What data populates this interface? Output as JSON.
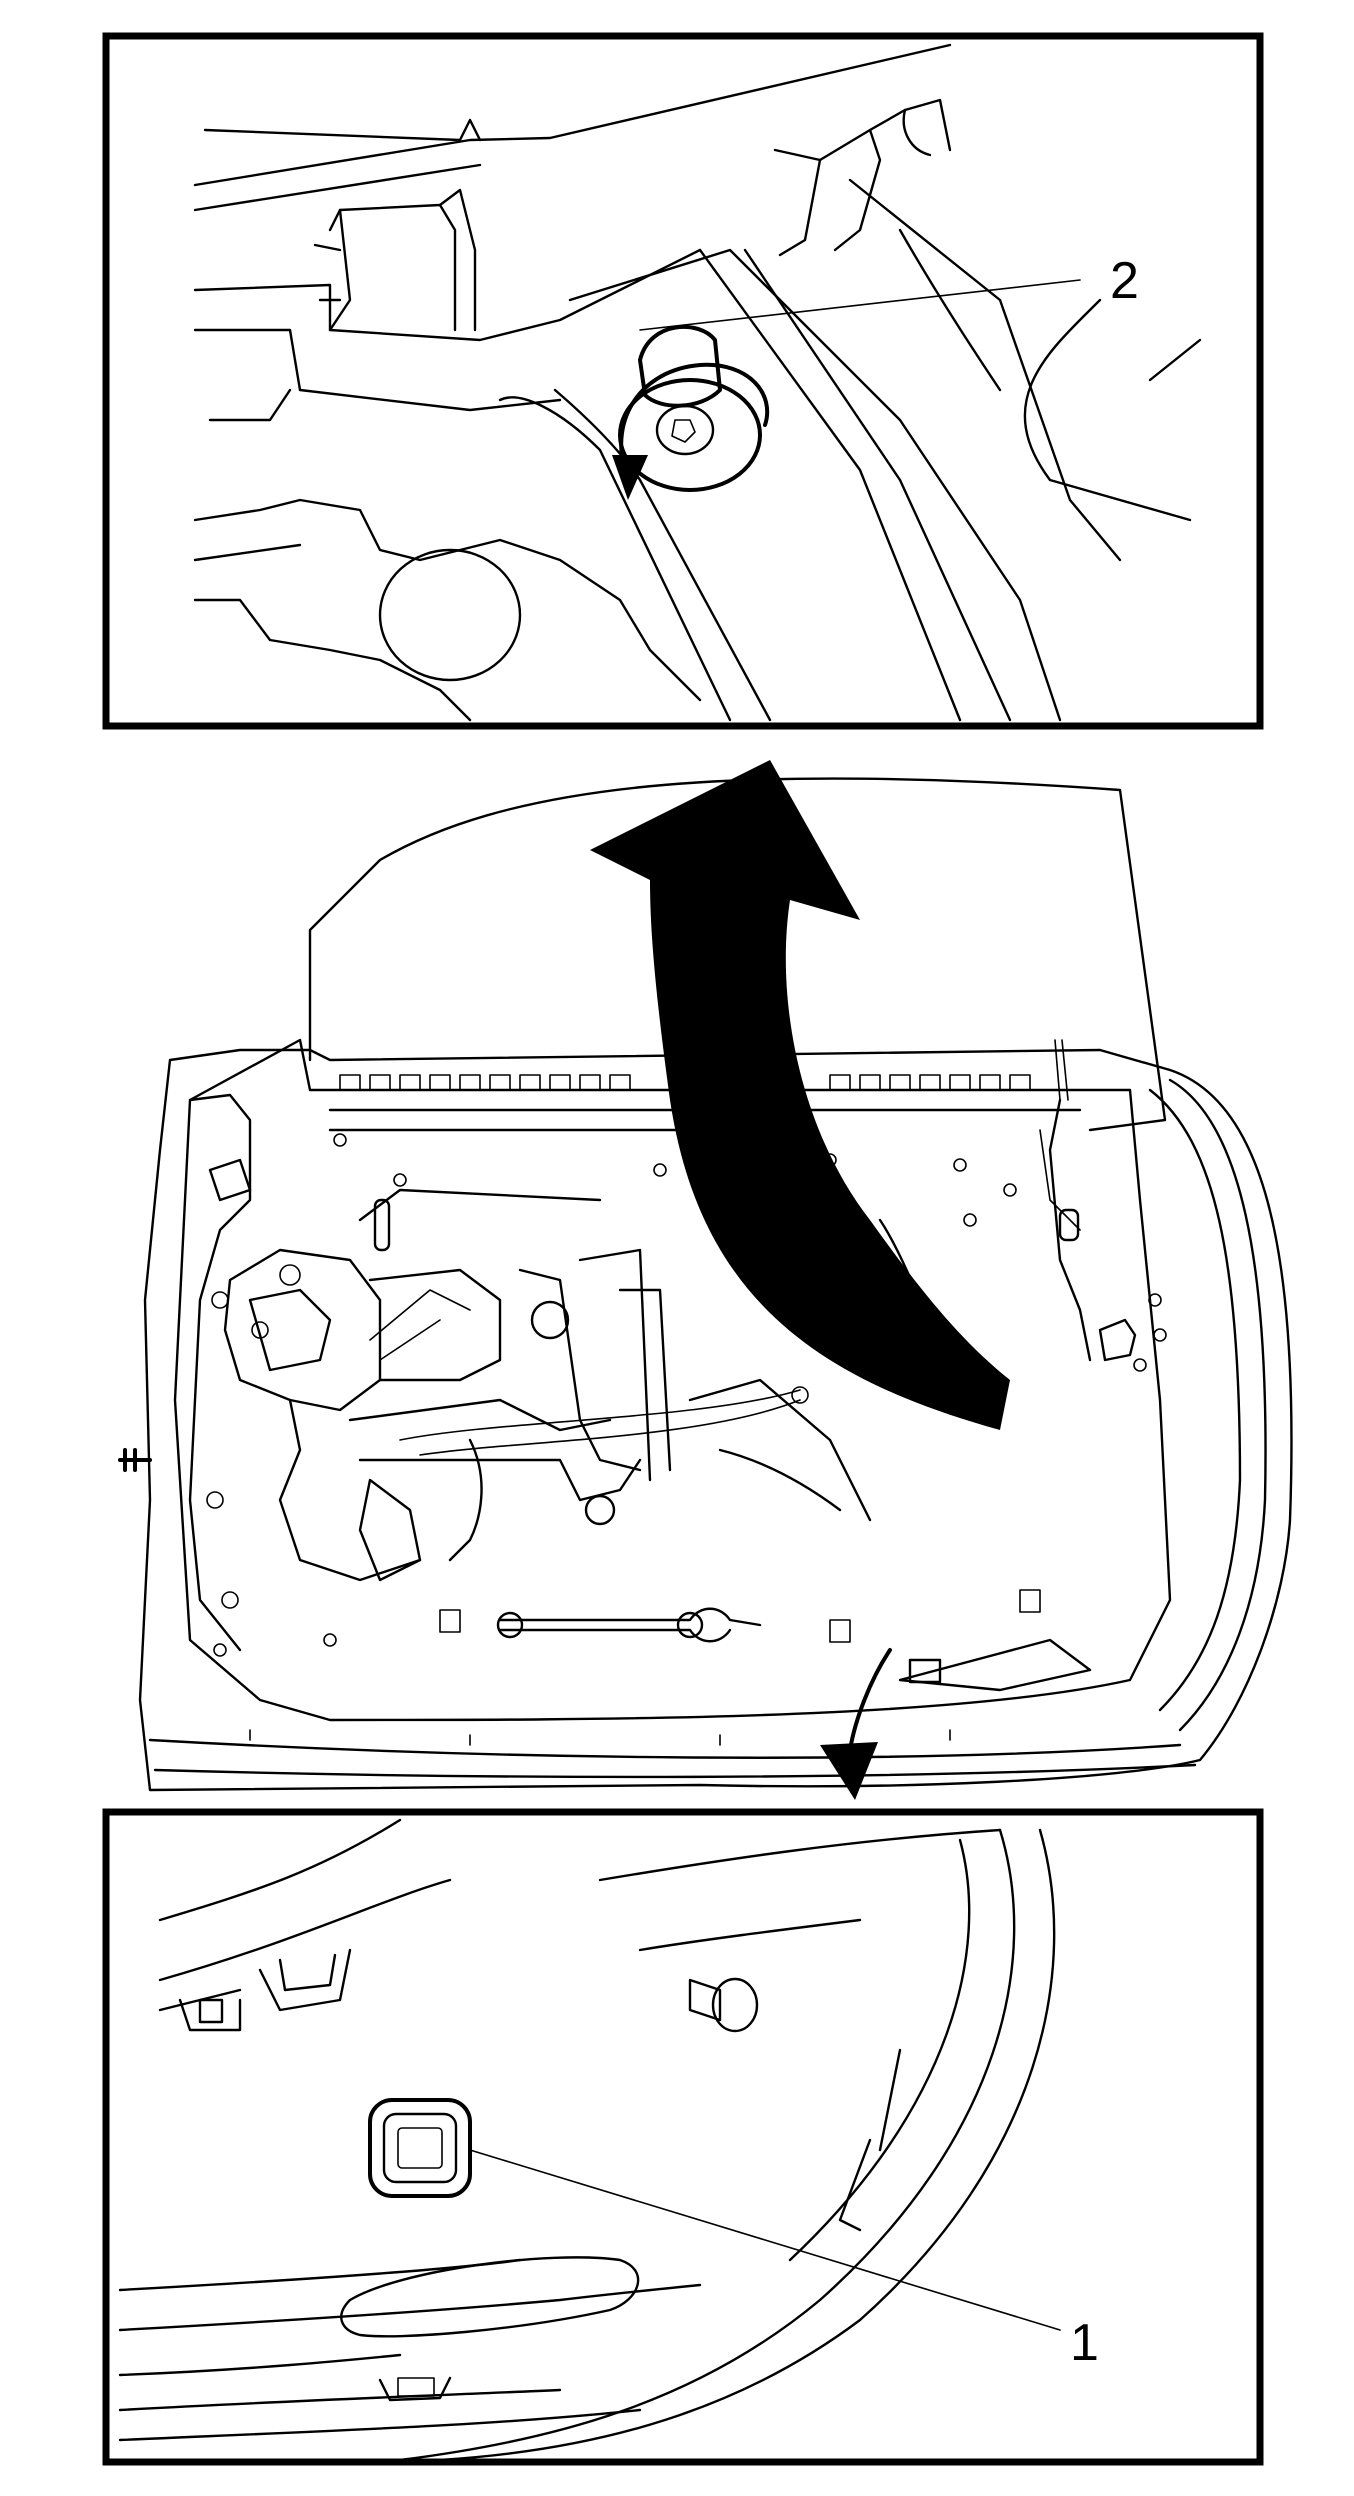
{
  "callouts": {
    "top_inset": {
      "label": "2",
      "part": "window-regulator-bolt"
    },
    "bottom_inset": {
      "label": "1",
      "part": "door-access-hole-plug"
    }
  },
  "arrows": {
    "large_curved": "window-lift-direction",
    "small_curved": "detail-reference-to-bottom-inset"
  }
}
